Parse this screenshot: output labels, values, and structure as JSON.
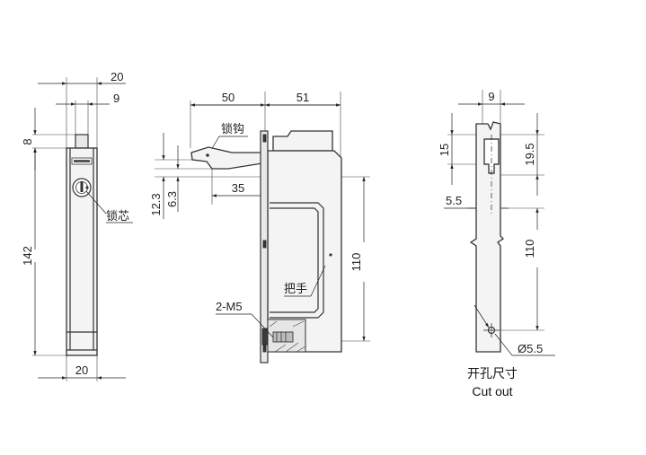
{
  "left_view": {
    "dim_top_width": "20",
    "dim_inner_width": "9",
    "dim_top_height": "8",
    "dim_height": "142",
    "dim_bottom_width": "20",
    "label_core": "锁芯"
  },
  "middle_view": {
    "dim_hook_length": "50",
    "dim_body_width": "51",
    "label_hook": "锁钩",
    "dim_offset_a": "12.3",
    "dim_offset_b": "6.3",
    "dim_reach": "35",
    "dim_height": "110",
    "label_handle": "把手",
    "label_screw": "2-M5"
  },
  "right_view": {
    "dim_slot_width": "9",
    "dim_slot_height": "15",
    "dim_slot_total": "19.5",
    "dim_edge": "5.5",
    "dim_height": "110",
    "dim_hole": "5.5",
    "hole_symbol": "Ø"
  },
  "caption": {
    "cn": "开孔尺寸",
    "en": "Cut out"
  }
}
